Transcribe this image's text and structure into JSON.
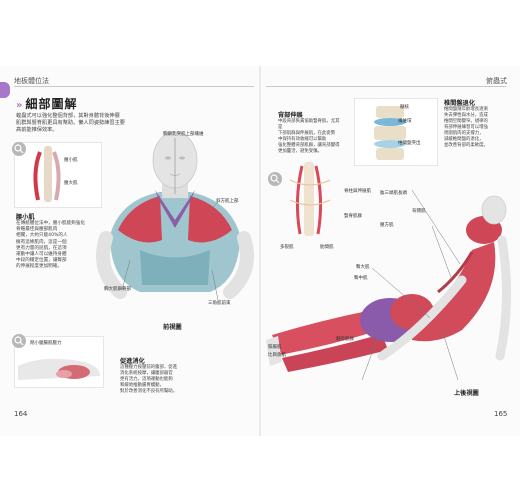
{
  "header": {
    "left": "地板體位法",
    "right": "俯蟲式"
  },
  "section_title": "細部圖解",
  "intro_text": [
    "蝗蟲式可以強化整個背部，其對身體背後伸展",
    "肌群與豎脊肌更具有幫助。懶人同姿勢練習主要",
    "高前能推保效率。"
  ],
  "left_box": {
    "title": "腰小肌",
    "text": [
      "在傳統體位法中，腰小肌能夠強化",
      "骨骼最佳與腰部肌肉",
      "相關，大約只能40%的人",
      "擁有這條肌肉，這是一個",
      "更有力量的屈肌，在這項",
      "運動中讓人可以維持身體",
      "中段的穩定位置，讓臀部",
      "的伸展程度更加明確。"
    ],
    "labels": {
      "psoas_minor": "腰小肌",
      "psoas_major": "腰大肌"
    }
  },
  "front_labels": {
    "top": "胸鎖乳突肌上部纖維",
    "right": "斜方肌上部",
    "left": "胸大肌鎖骨部",
    "bottom_right": "三角肌前束",
    "view": "前視圖"
  },
  "left_bottom": {
    "inset_label": "剛小腿腸肌壓力",
    "title": "促進消化",
    "text": [
      "這種壓力按壓前的腹部，促進",
      "消化系統按摩，讓腹部器官",
      "更有活力。這項運動也能夠",
      "和緩地推動腸胃蠕動，",
      "對於改善消化不良有所幫助。"
    ]
  },
  "back_box": {
    "title": "背部伸展",
    "text": [
      "中段背部負責協助豎脊肌，尤其是",
      "下部肌群與伸展肌，在此姿勢",
      "中保持有效收縮可以幫助",
      "強化整體背部肌群，讓背部變得",
      "更加靈活，避免受傷。"
    ],
    "labels": {
      "spine_a": "脊柱與伸展肌",
      "spine_b": "豎脊肌群",
      "spine_c": "多裂肌",
      "rib": "肋間肌"
    }
  },
  "disc_box": {
    "label_a": "髓核",
    "label_b": "纖維環",
    "label_c": "椎間盤突出",
    "title": "椎間盤退化",
    "text": [
      "椎間盤隨年齡增長逐漸",
      "失去彈性與水分，造成",
      "椎間空間變窄。規律的",
      "背部伸展練習可以增強",
      "周圍肌肉的支撐力，",
      "減緩椎間盤的退化，",
      "並改善背部的柔軟度。"
    ]
  },
  "back_labels": {
    "a": "肱三頭肌長頭",
    "b": "背闊肌",
    "c": "腰方肌",
    "d": "臀大肌",
    "e": "膕旁肌群",
    "f": "腓腸肌",
    "g": "比目魚肌",
    "h": "臀中肌",
    "view": "上後視圖"
  },
  "page_numbers": {
    "left": "164",
    "right": "165"
  }
}
